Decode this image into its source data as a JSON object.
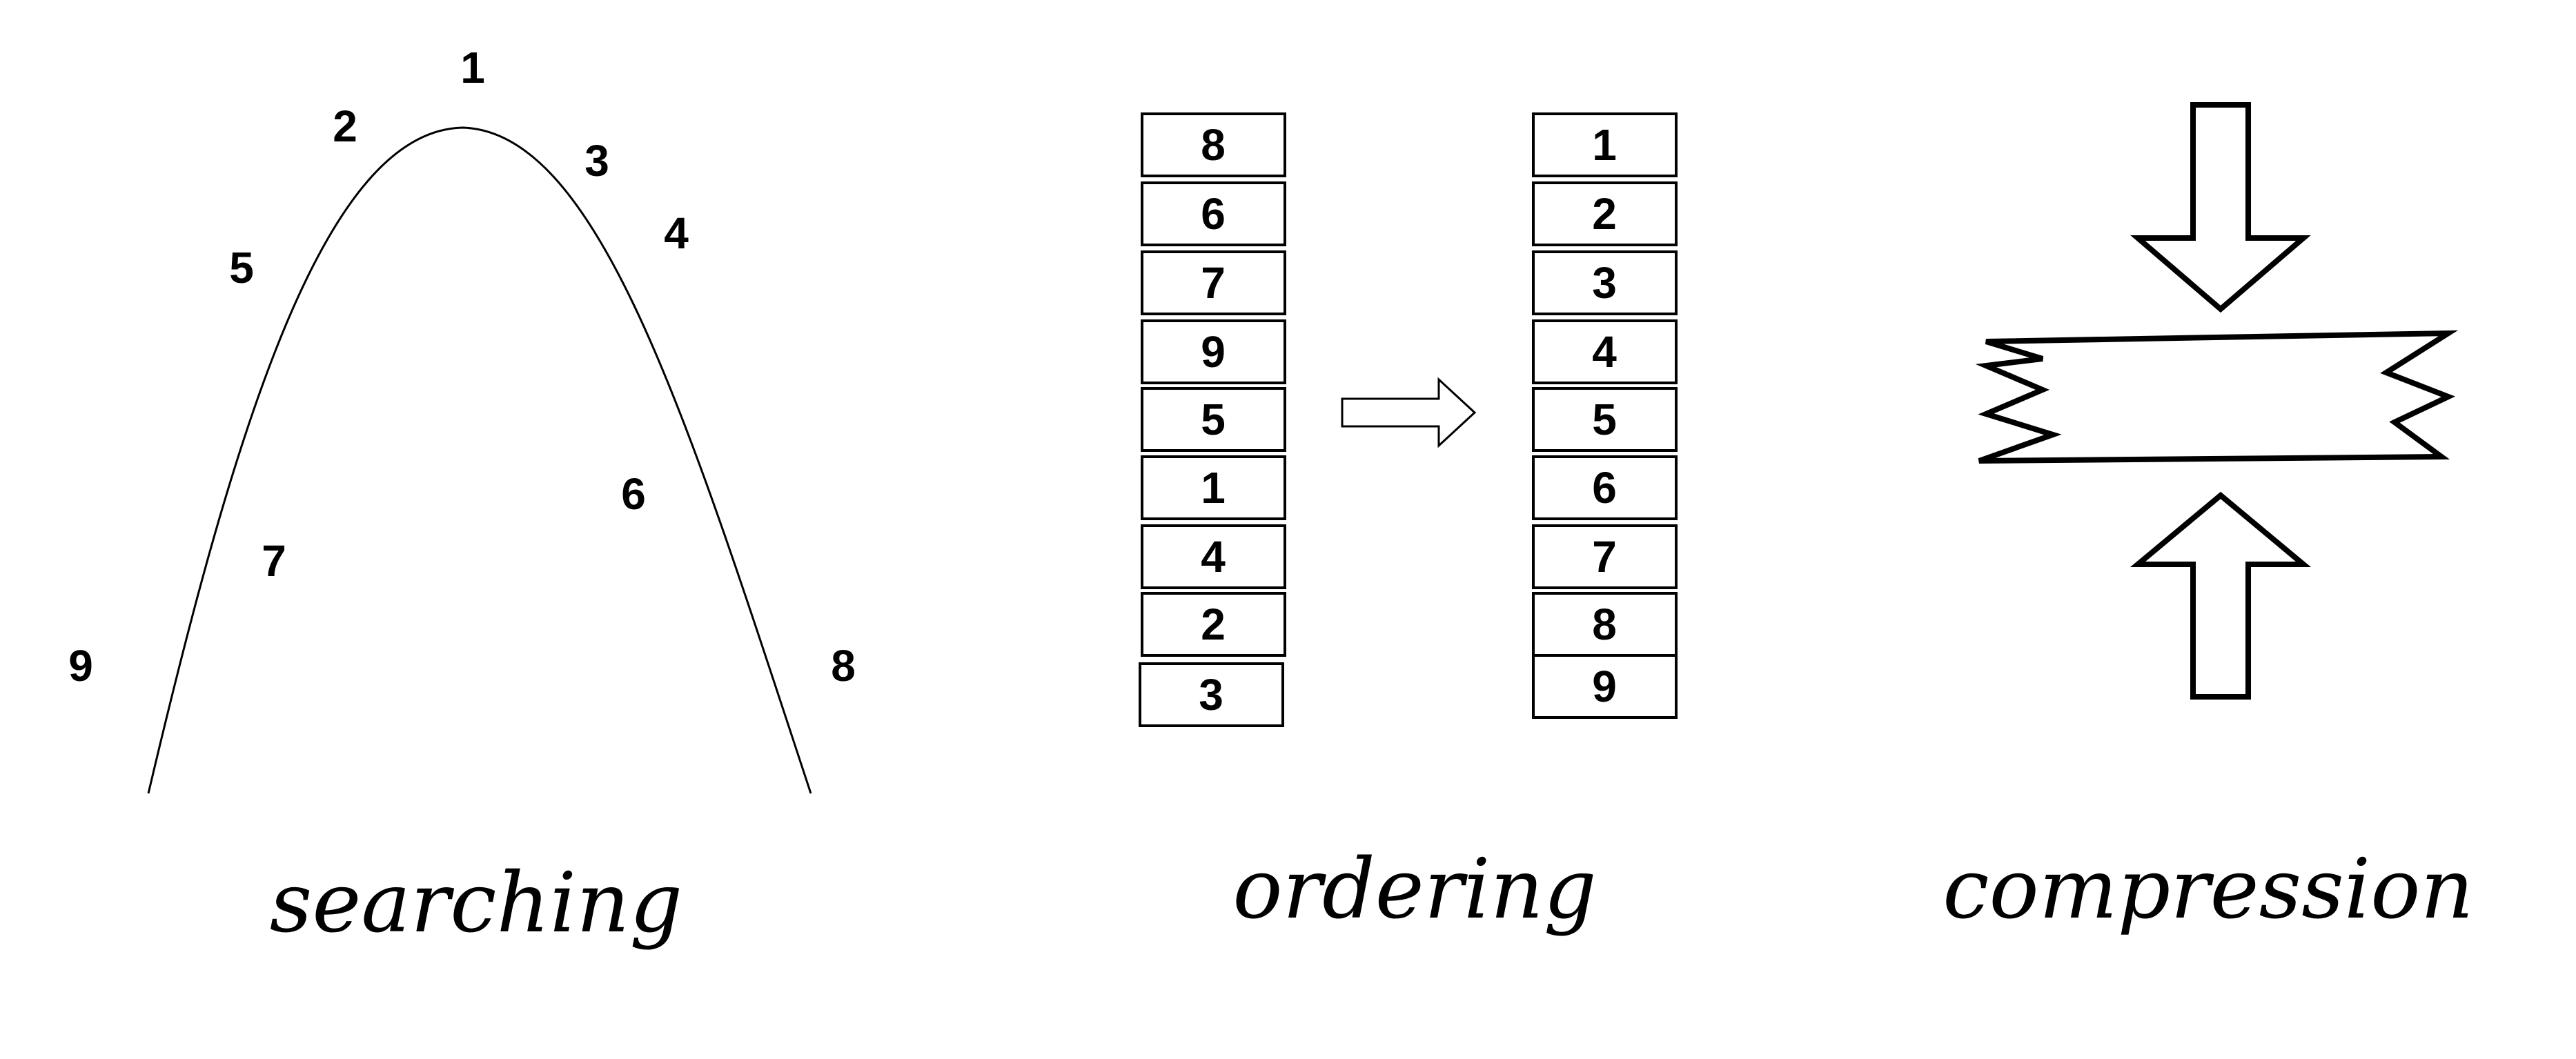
{
  "panels": {
    "searching": {
      "caption": "searching",
      "points": [
        "1",
        "2",
        "3",
        "4",
        "5",
        "6",
        "7",
        "8",
        "9"
      ]
    },
    "ordering": {
      "caption": "ordering",
      "unsorted": [
        "8",
        "6",
        "7",
        "9",
        "5",
        "1",
        "4",
        "2",
        "3"
      ],
      "sorted": [
        "1",
        "2",
        "3",
        "4",
        "5",
        "6",
        "7",
        "8",
        "9"
      ]
    },
    "compression": {
      "caption": "compression"
    }
  },
  "colors": {
    "stroke": "#000000",
    "background": "#ffffff"
  },
  "icons": {
    "ordering_arrow": "right-arrow-icon",
    "compression_top": "down-arrow-icon",
    "compression_bottom": "up-arrow-icon",
    "compression_band": "torn-band-icon"
  }
}
